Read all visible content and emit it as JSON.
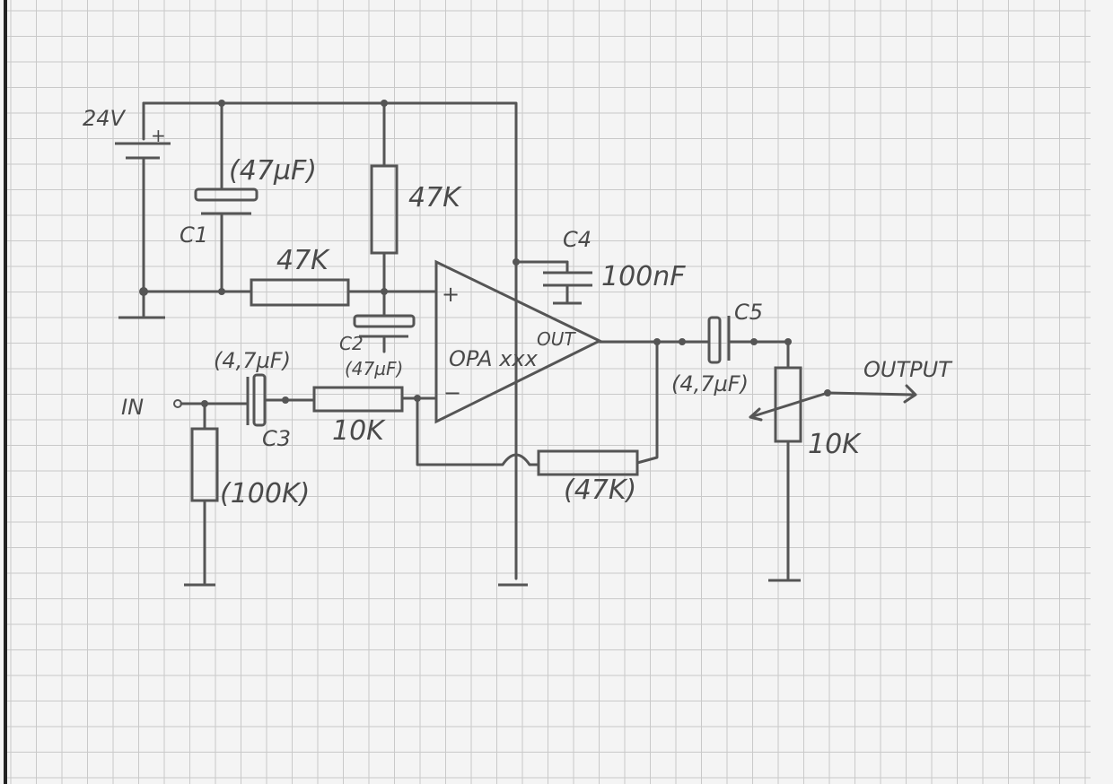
{
  "supply": {
    "voltage": "24V",
    "plus": "+"
  },
  "capacitors": {
    "c1": {
      "name": "C1",
      "value": "(47µF)"
    },
    "c2": {
      "name": "C2",
      "value": "(47µF)"
    },
    "c3": {
      "name": "C3",
      "value": "(4,7µF)"
    },
    "c4": {
      "name": "C4",
      "value": "100nF"
    },
    "c5": {
      "name": "C5",
      "value": "(4,7µF)"
    }
  },
  "resistors": {
    "r_top": "47K",
    "r_bias": "47K",
    "r_in": "10K",
    "r_ground": "(100K)",
    "r_feedback": "(47K)",
    "pot": "10K"
  },
  "opamp": {
    "name": "OPA xxx",
    "out": "OUT",
    "plus": "+",
    "minus": "−"
  },
  "io": {
    "input": "IN",
    "output": "OUTPUT"
  },
  "colors": {
    "ink": "#555555",
    "paper": "#f4f4f4",
    "grid": "#c9c9c9"
  }
}
